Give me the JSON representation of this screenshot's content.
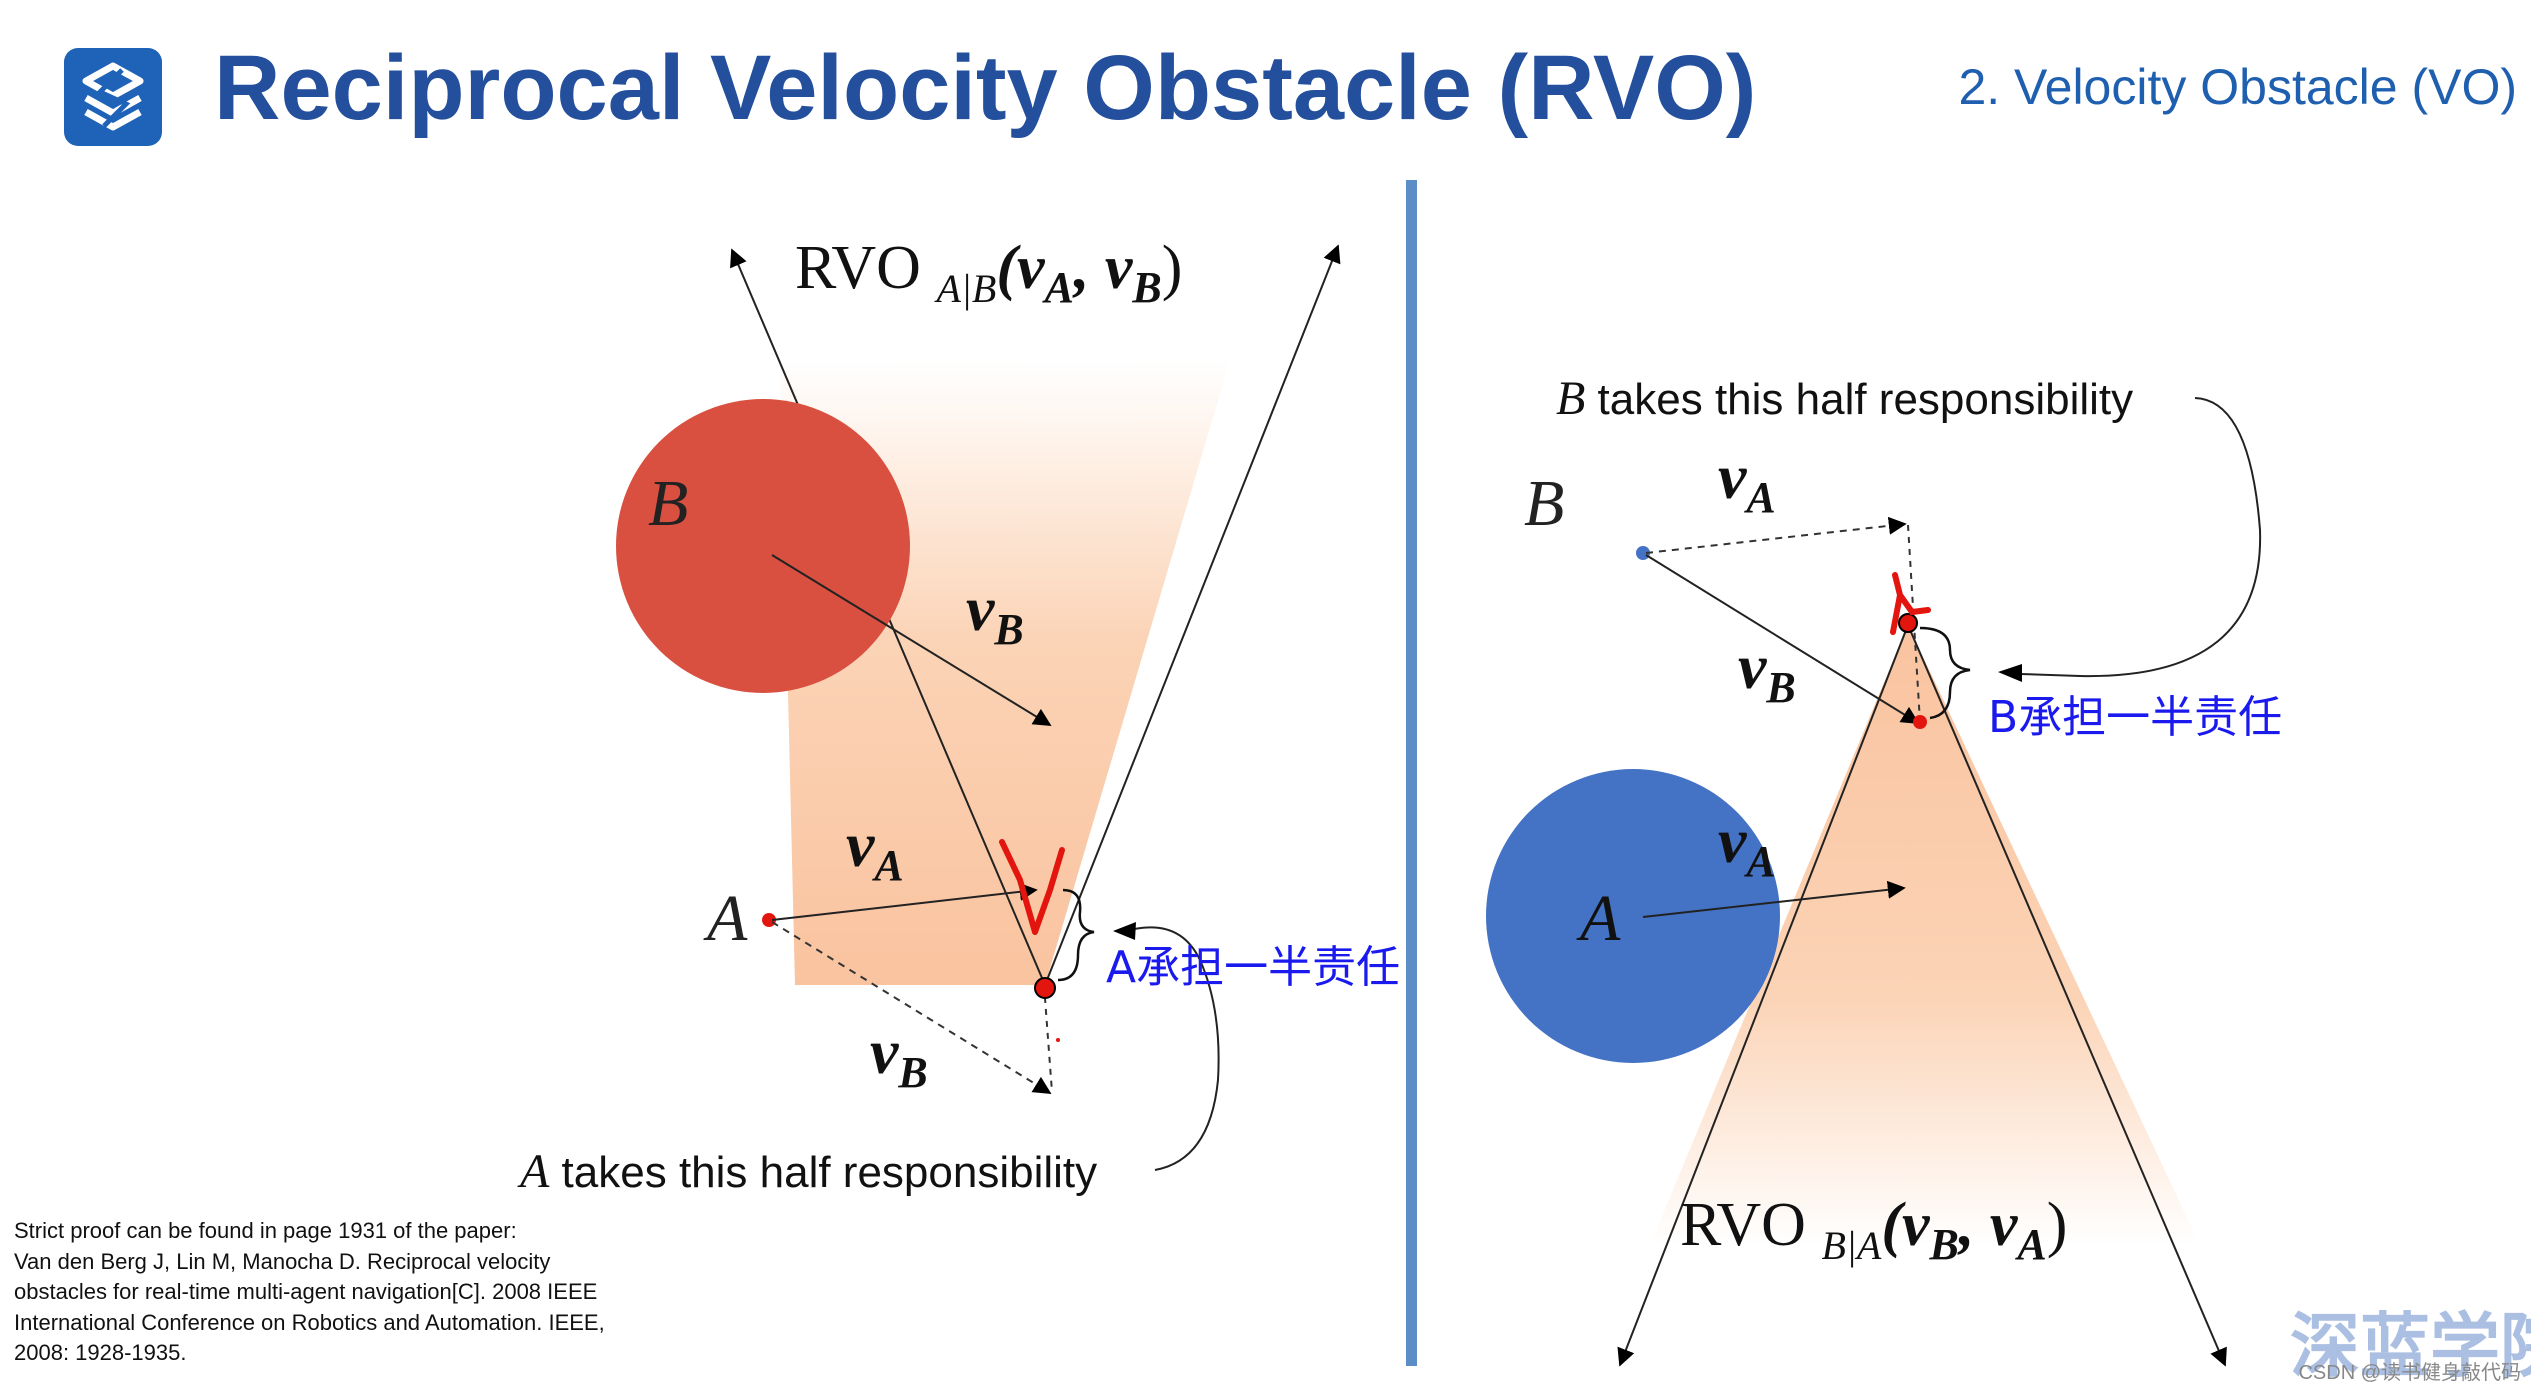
{
  "header": {
    "title": "Reciprocal Velocity Obstacle (RVO)",
    "subtitle": "2. Velocity Obstacle (VO)",
    "logo_icon": "stacked-s-logo-icon"
  },
  "left_panel": {
    "cone_label": {
      "prefix": "RVO ",
      "subscript": "A|B",
      "args": "(v",
      "a1": "A",
      "comma": ", v",
      "a2": "B",
      "close": ")"
    },
    "circle_label": "B",
    "vB_label": {
      "v": "v",
      "sub": "B"
    },
    "vA_label": {
      "v": "v",
      "sub": "A"
    },
    "point_label": "A",
    "vB_lower_label": {
      "v": "v",
      "sub": "B"
    },
    "annotation_cn": "A承担一半责任",
    "responsibility": {
      "var": "A",
      "text": " takes this half responsibility"
    }
  },
  "right_panel": {
    "responsibility": {
      "var": "B",
      "text": " takes this half responsibility"
    },
    "point_label": "B",
    "vA_upper_label": {
      "v": "v",
      "sub": "A"
    },
    "vB_label": {
      "v": "v",
      "sub": "B"
    },
    "annotation_cn": "B承担一半责任",
    "vA_label": {
      "v": "v",
      "sub": "A"
    },
    "circle_label": "A",
    "cone_label": {
      "prefix": "RVO ",
      "subscript": "B|A",
      "args": "(v",
      "a1": "B",
      "comma": ", v",
      "a2": "A",
      "close": ")"
    }
  },
  "footnote": [
    "Strict proof can be found in page 1931 of the paper:",
    "Van den Berg J, Lin M, Manocha D. Reciprocal velocity",
    "obstacles for real-time multi-agent navigation[C]. 2008 IEEE",
    "International Conference on Robotics and Automation. IEEE,",
    "2008: 1928-1935."
  ],
  "watermark": {
    "brand_cn": "深蓝学院",
    "csdn": "CSDN @读书健身敲代码"
  },
  "colors": {
    "title": "#234f9c",
    "accent_blue": "#1f63b8",
    "circle_red": "#d95040",
    "circle_blue": "#4472c4",
    "cone_fill": "#f9c09a",
    "annotation_blue": "#1a1aee",
    "ink_red": "#e3150f"
  }
}
